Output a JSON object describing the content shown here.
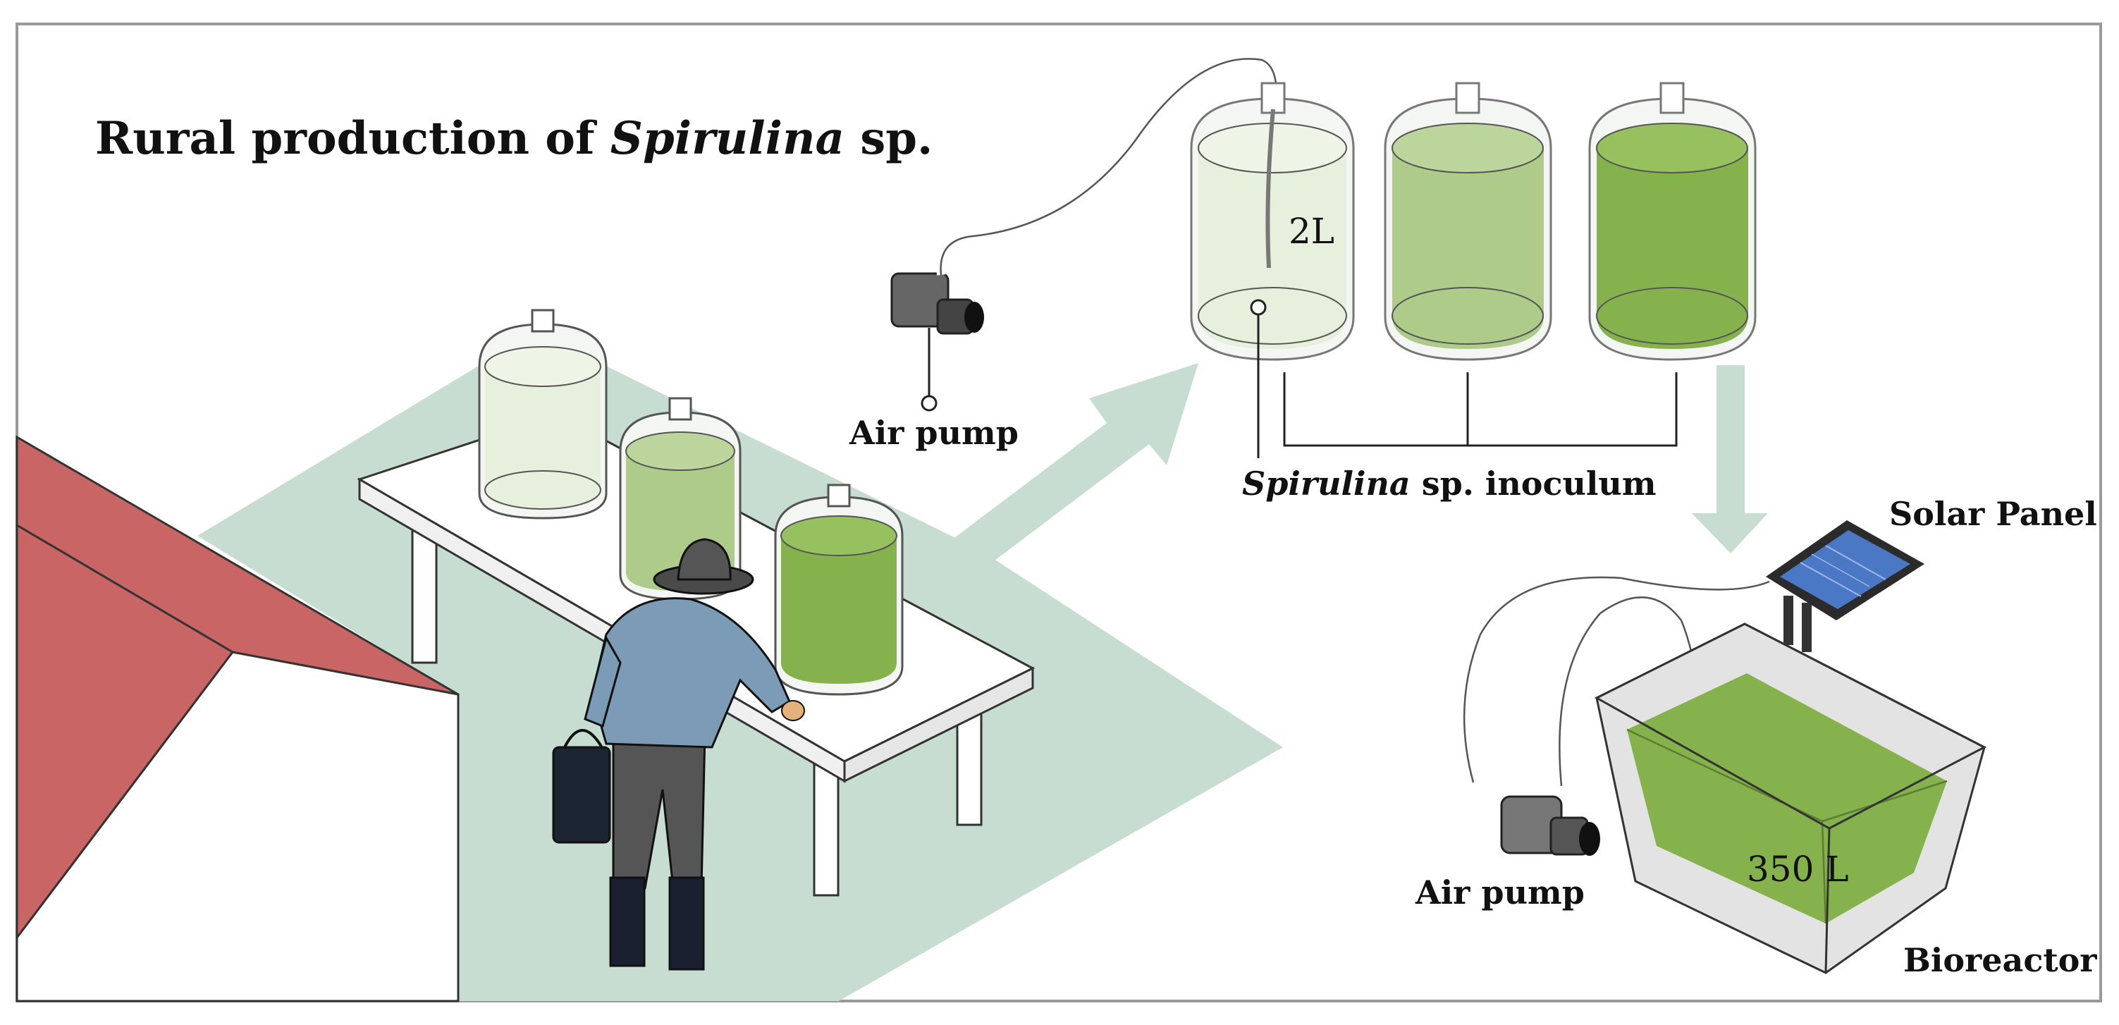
{
  "title": {
    "prefix": "Rural production of ",
    "italic": "Spirulina",
    "suffix": " sp."
  },
  "labels": {
    "air_pump_top": "Air pump",
    "volume_small": "2L",
    "inoculum_italic": "Spirulina",
    "inoculum_rest": " sp. inoculum",
    "solar_panel": "Solar Panel",
    "air_pump_bottom": "Air pump",
    "volume_large": "350 L",
    "bioreactor": "Bioreactor"
  },
  "colors": {
    "frame": "#9a9a9a",
    "floor": "#c7ddd2",
    "arrow": "#c7ddd2",
    "roof": "#c96564",
    "jar_outline": "#555555",
    "jar_glass": "#f4f6f4",
    "culture_light": "#e6f0dc",
    "culture_medium": "#aecb8a",
    "culture_dark": "#86b24e",
    "tank_wall": "#e3e3e3",
    "tank_culture": "#86b24e",
    "solar_cell": "#4a78c4",
    "shirt": "#7b9bb6",
    "pants": "#555555",
    "boots": "#1a2030"
  }
}
